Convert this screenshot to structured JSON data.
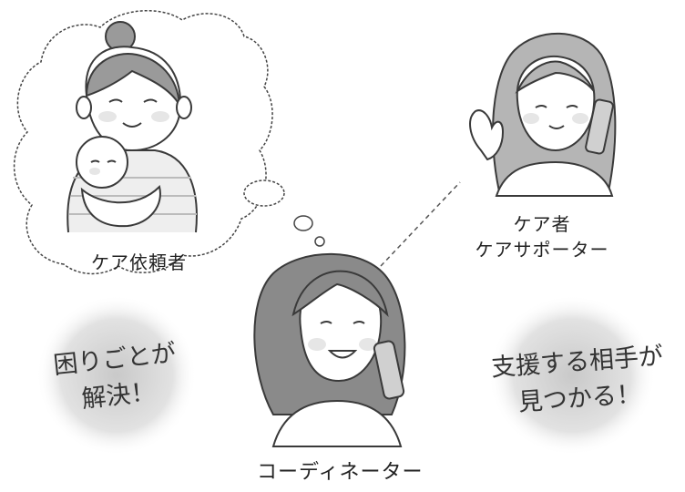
{
  "labels": {
    "requester": "ケア依頼者",
    "carer_line1": "ケア者",
    "carer_line2": "ケアサポーター",
    "coordinator": "コーディネーター"
  },
  "messages": {
    "left_line1": "困りごとが",
    "left_line2": "解決！",
    "right_line1": "支援する相手が",
    "right_line2": "見つかる！"
  },
  "colors": {
    "line": "#3a3a3a",
    "hair": "#8a8a8a",
    "hair_light": "#b5b5b5",
    "blob": "#d8d8d8",
    "cheek": "#e6e6e6"
  }
}
